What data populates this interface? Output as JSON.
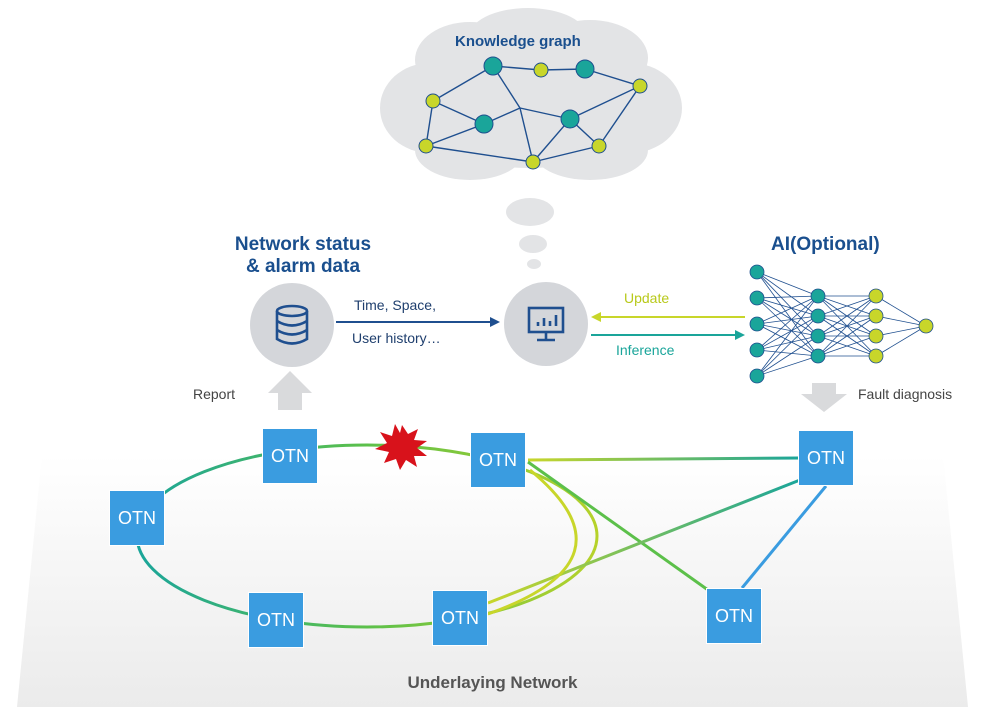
{
  "knowledge_graph": {
    "title": "Knowledge graph"
  },
  "network_status": {
    "title_line1": "Network status",
    "title_line2": "& alarm data"
  },
  "ai": {
    "title": "AI(Optional)"
  },
  "flow": {
    "context_line1": "Time, Space,",
    "context_line2": "User history…",
    "update_label": "Update",
    "inference_label": "Inference",
    "report_label": "Report",
    "fault_label": "Fault diagnosis"
  },
  "network": {
    "title": "Underlaying Network",
    "nodes": [
      "OTN",
      "OTN",
      "OTN",
      "OTN",
      "OTN",
      "OTN",
      "OTN"
    ]
  },
  "colors": {
    "title_blue": "#1a4f8e",
    "otn_blue": "#3a9ce0",
    "teal": "#1aa59a",
    "lime": "#c8d62a",
    "alarm_red": "#d8121b",
    "icon_grey": "#d4d6da"
  }
}
